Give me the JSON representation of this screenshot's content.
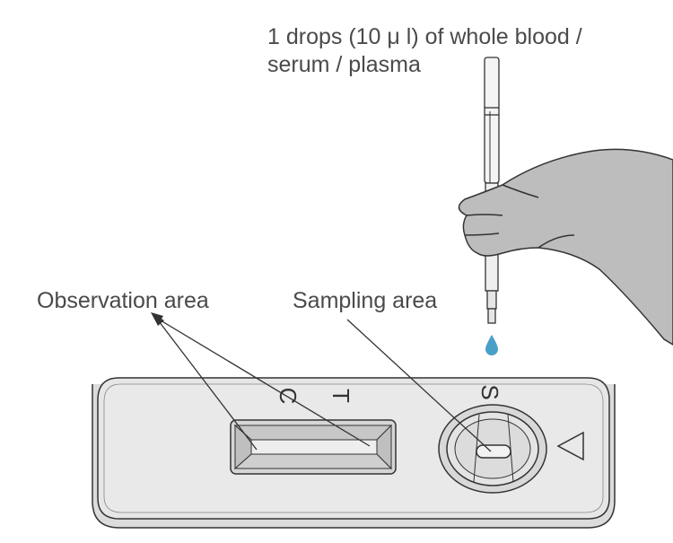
{
  "instruction": {
    "line1": "1 drops (10 μ l) of whole blood /",
    "line2": "serum / plasma"
  },
  "labels": {
    "observation": "Observation area",
    "sampling": "Sampling area"
  },
  "cassette_marks": {
    "control": "C",
    "test": "T",
    "sample": "S"
  },
  "colors": {
    "drop": "#4a9fc8",
    "line": "#333333",
    "text": "#4a4a4a",
    "hand": "#bdbdbd"
  }
}
